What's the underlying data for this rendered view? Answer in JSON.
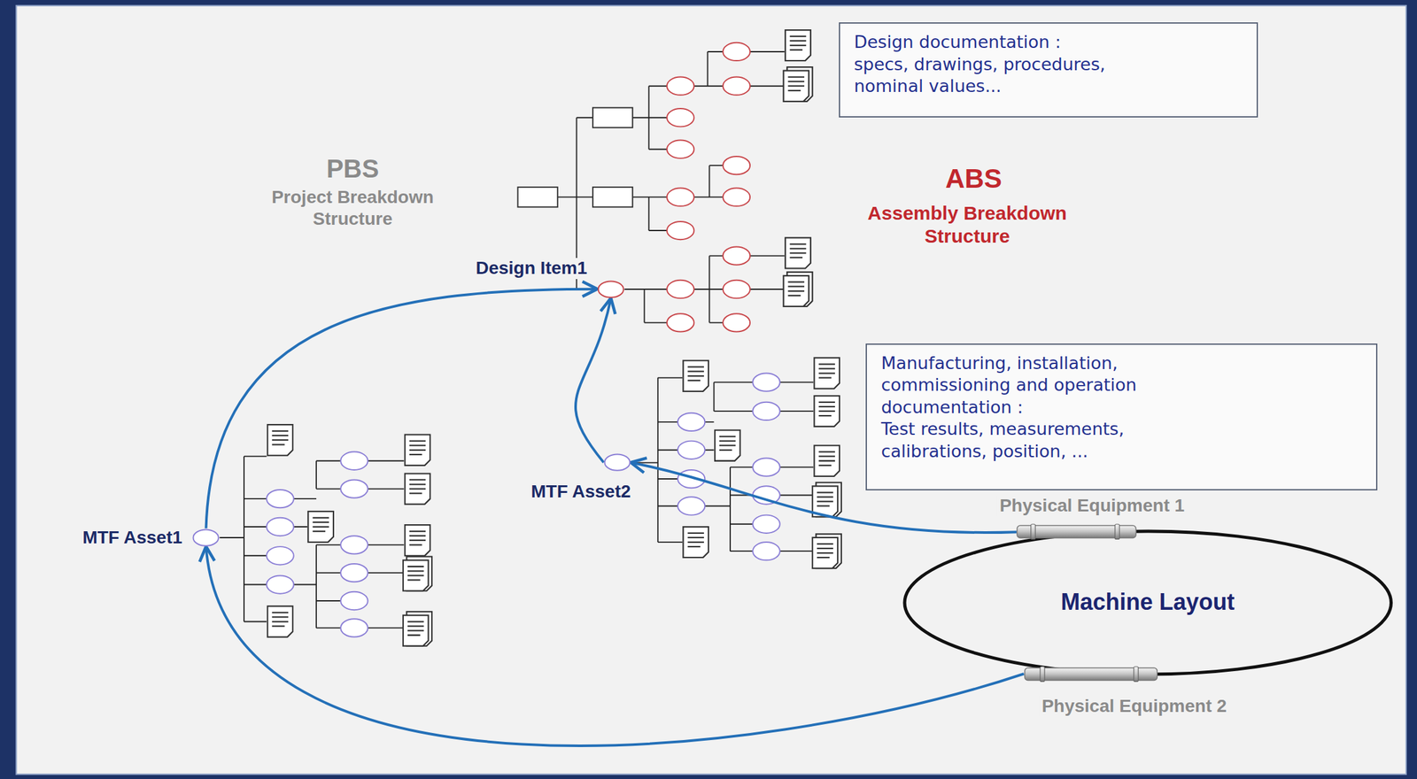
{
  "diagram": {
    "nodes": [
      {
        "text": [
          "Design documentation :",
          "specs, drawings, procedures, nominal values..."
        ]
      },
      {
        "text": [
          "Design Item1"
        ]
      },
      {
        "text": [
          "Manufacturing, installation, commissioning and operation documentation :",
          "Test results, measurements, calibrations, position, ..."
        ]
      },
      {
        "text": [
          "MTF Asset2"
        ]
      },
      {
        "text": [
          "Physical Equipment 1"
        ]
      },
      {
        "text": [
          "Machine Layout"
        ]
      },
      {
        "text": [
          "MTF Asset1"
        ]
      },
      {
        "text": [
          "Physical Equipment 2"
        ]
      }
    ],
    "edges": [
      {
        "from": 4,
        "to": 3,
        "arrow": "to"
      },
      {
        "from": 3,
        "to": 1,
        "arrow": "to"
      },
      {
        "from": 6,
        "to": 1,
        "arrow": "to"
      },
      {
        "from": 7,
        "to": 6,
        "arrow": "to"
      }
    ],
    "labels": [
      "PBS",
      "Project Breakdown Structure",
      "ABS",
      "Assembly Breakdown Structure"
    ]
  }
}
